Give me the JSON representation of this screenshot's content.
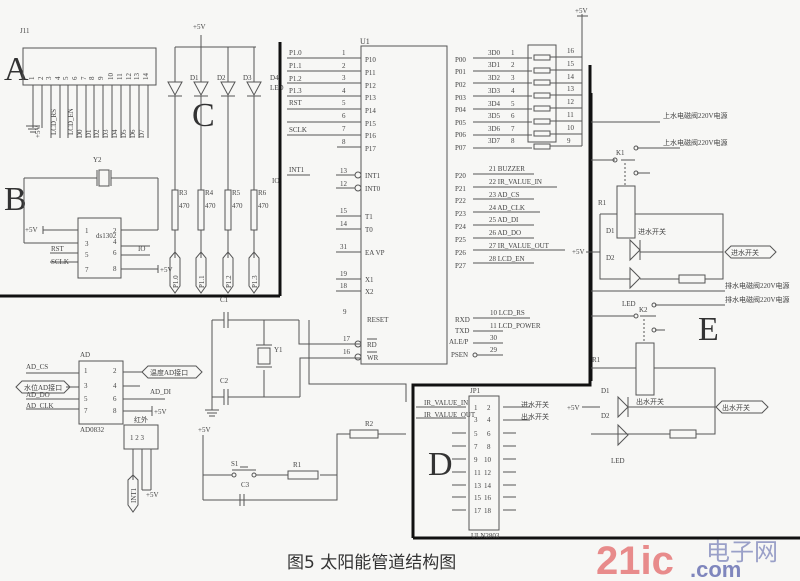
{
  "figure": {
    "caption": "图5 太阳能管道结构图",
    "watermark": {
      "main": "21ic",
      "cn": "电子网",
      "dom": ".com"
    }
  },
  "sections": {
    "A": "A",
    "B": "B",
    "C": "C",
    "D": "D",
    "E": "E"
  },
  "lcd": {
    "ref": "J11",
    "pins": [
      "1",
      "2",
      "3",
      "4",
      "5",
      "6",
      "7",
      "8",
      "9",
      "10",
      "11",
      "12",
      "13",
      "14"
    ],
    "signals": [
      "+5V",
      "LCD_RS",
      "LCD_EN",
      "D0",
      "D1",
      "D2",
      "D3",
      "D4",
      "D5",
      "D6",
      "D7"
    ]
  },
  "leds": {
    "supply": "+5V",
    "labels": [
      "D1",
      "D2",
      "D3",
      "D4"
    ],
    "d4_extra": "LED",
    "resistors": [
      {
        "ref": "R3",
        "value": "470",
        "net": "P1.0"
      },
      {
        "ref": "R4",
        "value": "470",
        "net": "P1.1"
      },
      {
        "ref": "R5",
        "value": "470",
        "net": "P1.2"
      },
      {
        "ref": "R6",
        "value": "470",
        "net": "P1.3"
      }
    ],
    "io_label": "IO"
  },
  "rtc": {
    "chip": "ds1302",
    "crystal": "Y2",
    "pins_left": [
      "1",
      "3",
      "5",
      "7"
    ],
    "pins_right": [
      "2",
      "4",
      "6",
      "8"
    ],
    "supply": "+5V",
    "signals": {
      "rst": "RST",
      "sclk": "SCLK",
      "io": "IO",
      "vcc": "+5V"
    }
  },
  "mcu": {
    "ref": "U1",
    "left_pins": [
      {
        "net": "P1.0",
        "num": "1",
        "name": "P10"
      },
      {
        "net": "P1.1",
        "num": "2",
        "name": "P11"
      },
      {
        "net": "P1.2",
        "num": "3",
        "name": "P12"
      },
      {
        "net": "P1.3",
        "num": "4",
        "name": "P13"
      },
      {
        "net": "RST",
        "num": "5",
        "name": "P14"
      },
      {
        "net": "",
        "num": "6",
        "name": "P15"
      },
      {
        "net": "SCLK",
        "num": "7",
        "name": "P16"
      },
      {
        "net": "",
        "num": "8",
        "name": "P17"
      }
    ],
    "int_pins": [
      {
        "net": "INT1",
        "num": "13",
        "name": "INT1"
      },
      {
        "net": "",
        "num": "12",
        "name": "INT0"
      }
    ],
    "t_pins": [
      {
        "num": "15",
        "name": "T1"
      },
      {
        "num": "14",
        "name": "T0"
      }
    ],
    "ea": {
      "num": "31",
      "name": "EA VP"
    },
    "x_pins": [
      {
        "num": "19",
        "name": "X1"
      },
      {
        "num": "18",
        "name": "X2"
      }
    ],
    "reset": {
      "num": "9",
      "name": "RESET"
    },
    "rdwr": [
      {
        "num": "17",
        "name": "RD"
      },
      {
        "num": "16",
        "name": "WR"
      }
    ],
    "p0_pins": [
      {
        "name": "P00",
        "net": "3D0",
        "n": "1",
        "rn": "16"
      },
      {
        "name": "P01",
        "net": "3D1",
        "n": "2",
        "rn": "15"
      },
      {
        "name": "P02",
        "net": "3D2",
        "n": "3",
        "rn": "14"
      },
      {
        "name": "P03",
        "net": "3D3",
        "n": "4",
        "rn": "13"
      },
      {
        "name": "P04",
        "net": "3D4",
        "n": "5",
        "rn": "12"
      },
      {
        "name": "P05",
        "net": "3D5",
        "n": "6",
        "rn": "11"
      },
      {
        "name": "P06",
        "net": "3D6",
        "n": "7",
        "rn": "10"
      },
      {
        "name": "P07",
        "net": "3D7",
        "n": "8",
        "rn": "9"
      }
    ],
    "p0_supply": "+5V",
    "p2_pins": [
      {
        "name": "P20",
        "net": "21 BUZZER"
      },
      {
        "name": "P21",
        "net": "22 IR_VALUE_IN"
      },
      {
        "name": "P22",
        "net": "23 AD_CS"
      },
      {
        "name": "P23",
        "net": "24 AD_CLK"
      },
      {
        "name": "P24",
        "net": "25 AD_DI"
      },
      {
        "name": "P25",
        "net": "26 AD_DO"
      },
      {
        "name": "P26",
        "net": "27 IR_VALUE_OUT"
      },
      {
        "name": "P27",
        "net": "28 LCD_EN"
      }
    ],
    "p3_pins": [
      {
        "name": "RXD",
        "net": "10 LCD_RS"
      },
      {
        "name": "TXD",
        "net": "11 LCD_POWER"
      },
      {
        "name": "ALE/P",
        "net": "30"
      },
      {
        "name": "PSEN",
        "net": "29"
      }
    ]
  },
  "osc": {
    "c1": "C1",
    "c2": "C2",
    "y1": "Y1",
    "supply": "+5V",
    "s1": "S1",
    "c3": "C3",
    "r1": "R1",
    "r2": "R2"
  },
  "adc": {
    "ref": "AD",
    "chip": "AD0832",
    "pins_left": [
      "1",
      "3",
      "5",
      "7"
    ],
    "pins_right": [
      "2",
      "4",
      "6",
      "8"
    ],
    "signals": {
      "cs": "AD_CS",
      "do": "AD_DO",
      "clk": "AD_CLK",
      "di": "AD_DI",
      "vcc": "+5V"
    },
    "port_in": "水位AD接口",
    "port_temp": "温度AD接口",
    "sensor_ref": "红外",
    "sensor_pins": "1 2 3",
    "sensor_plug": "INT1",
    "sensor_vcc": "+5V"
  },
  "driver": {
    "ref": "JP1",
    "chip": "ULN2803",
    "in_signals": [
      "IR_VALUE_IN",
      "IR_VALUE_OUT"
    ],
    "left_nums": [
      "1",
      "3",
      "5",
      "7",
      "9",
      "11",
      "13",
      "15",
      "17"
    ],
    "right_nums": [
      "2",
      "4",
      "6",
      "8",
      "10",
      "12",
      "14",
      "16",
      "18"
    ],
    "out_labels": [
      "进水开关",
      "出水开关"
    ]
  },
  "relays": {
    "inlet_power_1": "上水电磁阀220V电源",
    "inlet_power_2": "上水电磁阀220V电源",
    "k1": "K1",
    "r1": "R1",
    "d1": "D1",
    "d2": "D2",
    "inlet_switch": "进水开关",
    "inlet_port": "进水开关",
    "supply": "+5V",
    "led": "LED",
    "drain_power_1": "排水电磁阀220V电源",
    "drain_power_2": "排水电磁阀220V电源",
    "k2": "K2",
    "r2": "R1",
    "d1b": "D1",
    "d2b": "D2",
    "outlet_switch": "出水开关",
    "outlet_port": "出水开关",
    "led2": "LED"
  }
}
